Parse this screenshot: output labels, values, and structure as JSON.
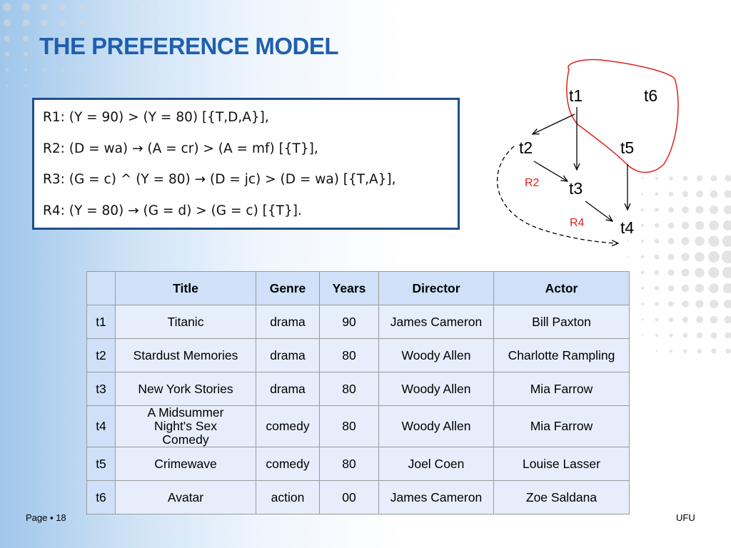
{
  "title": "THE PREFERENCE MODEL",
  "rules": [
    "R1: (Y = 90) > (Y = 80) [{T,D,A}],",
    "R2: (D = wa) → (A = cr) > (A = mf) [{T}],",
    "R3: (G = c) ^ (Y = 80) → (D = jc) > (D = wa) [{T,A}],",
    "R4: (Y = 80) → (G = d) > (G = c) [{T}]."
  ],
  "diagram": {
    "nodes": [
      "t1",
      "t6",
      "t2",
      "t5",
      "t3",
      "t4"
    ],
    "relation_labels": [
      "R2",
      "R4"
    ],
    "colors": {
      "group_outline": "#e0211b",
      "relation_label": "#e0211b",
      "arrows": "#000000"
    }
  },
  "table": {
    "headers": [
      "",
      "Title",
      "Genre",
      "Years",
      "Director",
      "Actor"
    ],
    "rows": [
      [
        "t1",
        "Titanic",
        "drama",
        "90",
        "James Cameron",
        "Bill Paxton"
      ],
      [
        "t2",
        "Stardust Memories",
        "drama",
        "80",
        "Woody Allen",
        "Charlotte Rampling"
      ],
      [
        "t3",
        "New York Stories",
        "drama",
        "80",
        "Woody Allen",
        "Mia Farrow"
      ],
      [
        "t4",
        "A Midsummer Night's Sex Comedy",
        "comedy",
        "80",
        "Woody Allen",
        "Mia Farrow"
      ],
      [
        "t5",
        "Crimewave",
        "comedy",
        "80",
        "Joel Coen",
        "Louise Lasser"
      ],
      [
        "t6",
        "Avatar",
        "action",
        "00",
        "James Cameron",
        "Zoe Saldana"
      ]
    ]
  },
  "footer": {
    "page": "Page ▪ 18",
    "org": "UFU"
  },
  "colors": {
    "title": "#1f5fae",
    "box_border": "#1f4e8c",
    "header_fill": "#cfe0f8",
    "cell_fill": "#e6eefb"
  }
}
